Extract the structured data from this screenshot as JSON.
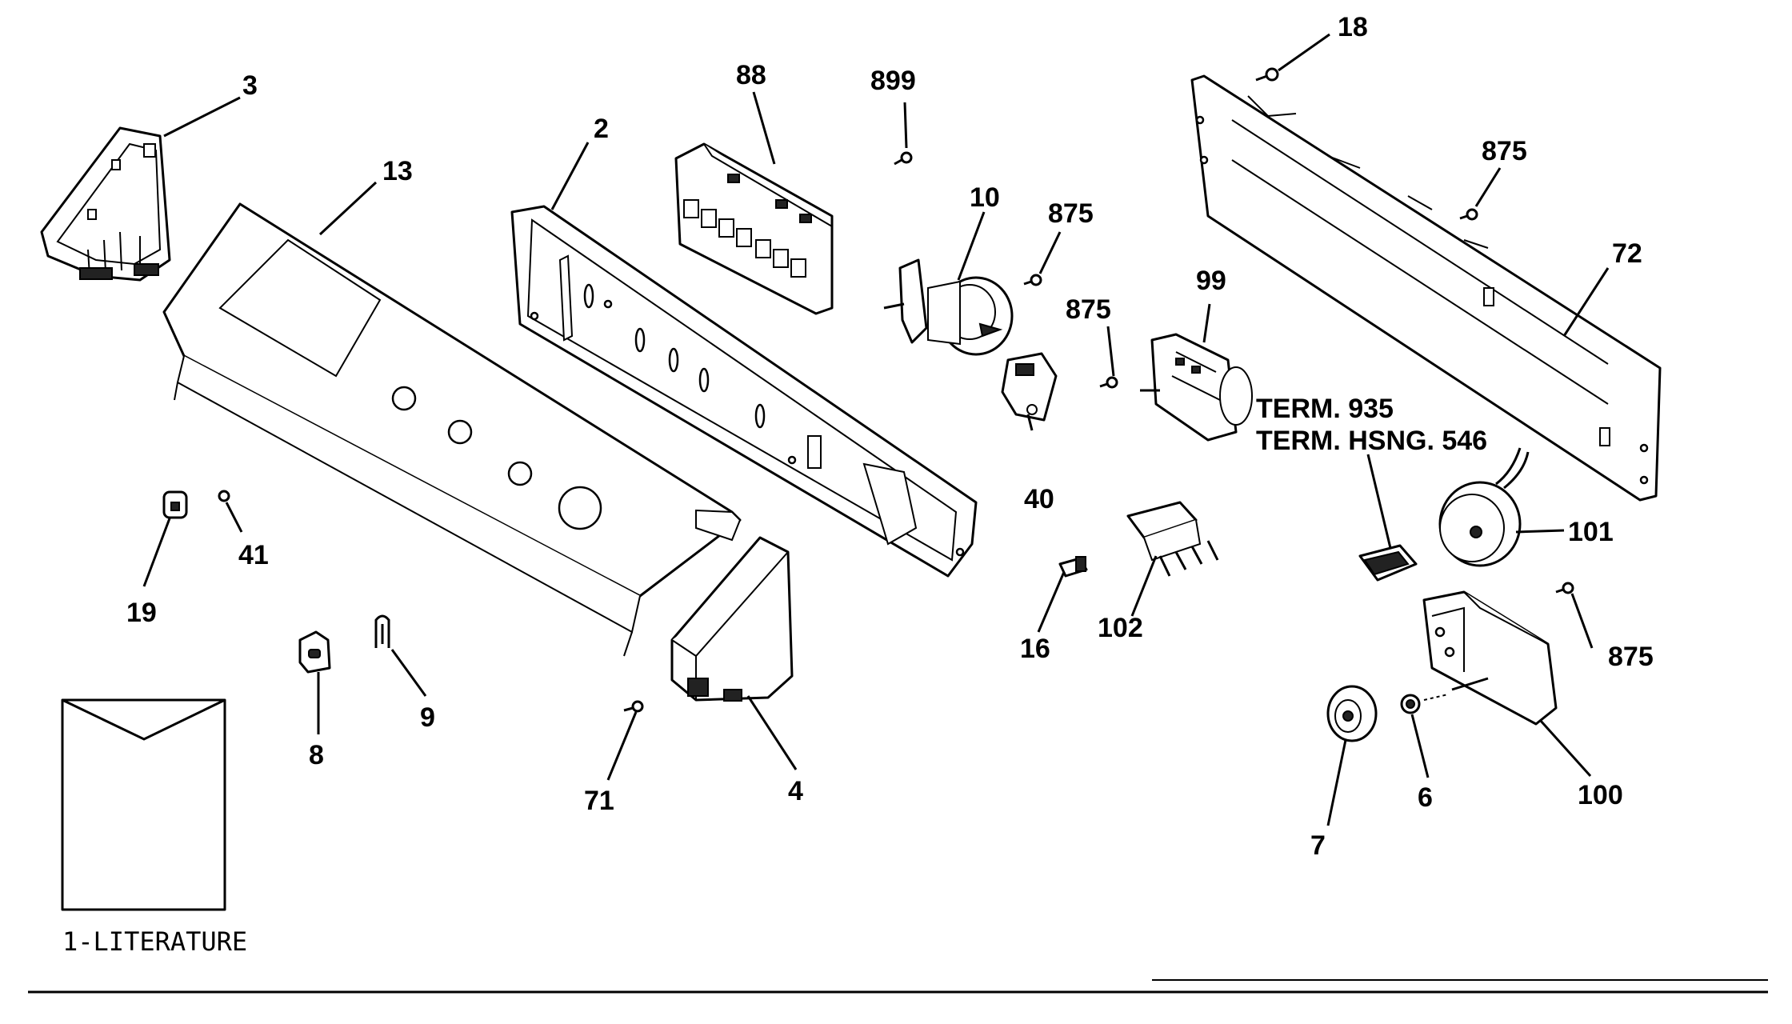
{
  "labels": {
    "p3": "3",
    "p13": "13",
    "p2": "2",
    "p88": "88",
    "p899": "899",
    "p10": "10",
    "p875a": "875",
    "p875b": "875",
    "p40": "40",
    "p99": "99",
    "p18": "18",
    "p875c": "875",
    "p72": "72",
    "p101": "101",
    "p875d": "875",
    "p100": "100",
    "p102": "102",
    "p16": "16",
    "p19": "19",
    "p41": "41",
    "p8": "8",
    "p9": "9",
    "p71": "71",
    "p4": "4",
    "p7": "7",
    "p6": "6"
  },
  "terminals": {
    "term": "TERM. 935",
    "housing": "TERM. HSNG. 546"
  },
  "literature": {
    "label": "1-LITERATURE"
  }
}
